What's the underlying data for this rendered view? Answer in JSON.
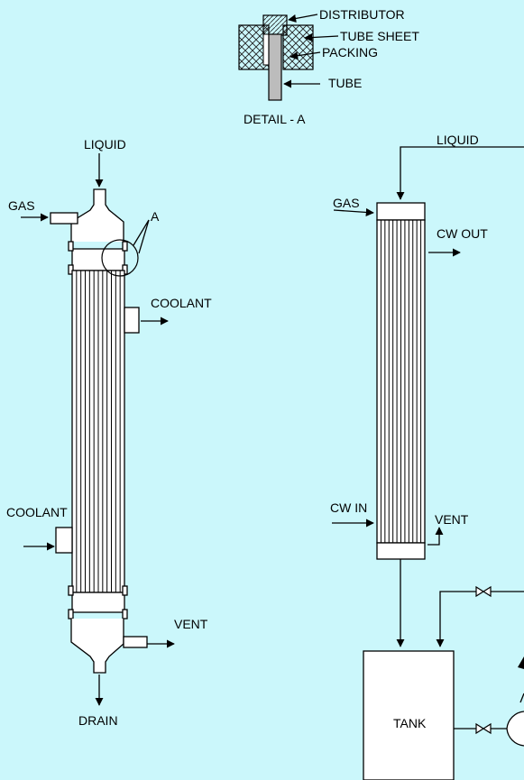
{
  "detail": {
    "title": "DETAIL - A",
    "distributor": "DISTRIBUTOR",
    "tube_sheet": "TUBE SHEET",
    "packing": "PACKING",
    "tube": "TUBE"
  },
  "left_column": {
    "liquid": "LIQUID",
    "gas": "GAS",
    "detail_marker": "A",
    "coolant_out": "COOLANT",
    "coolant_in": "COOLANT",
    "vent": "VENT",
    "drain": "DRAIN"
  },
  "right_column": {
    "liquid": "LIQUID",
    "gas": "GAS",
    "cw_out": "CW OUT",
    "cw_in": "CW IN",
    "vent": "VENT",
    "tank": "TANK"
  },
  "colors": {
    "background": "#cbf7fb",
    "line": "#000000",
    "fill": "#ffffff",
    "hatch": "#222222"
  }
}
